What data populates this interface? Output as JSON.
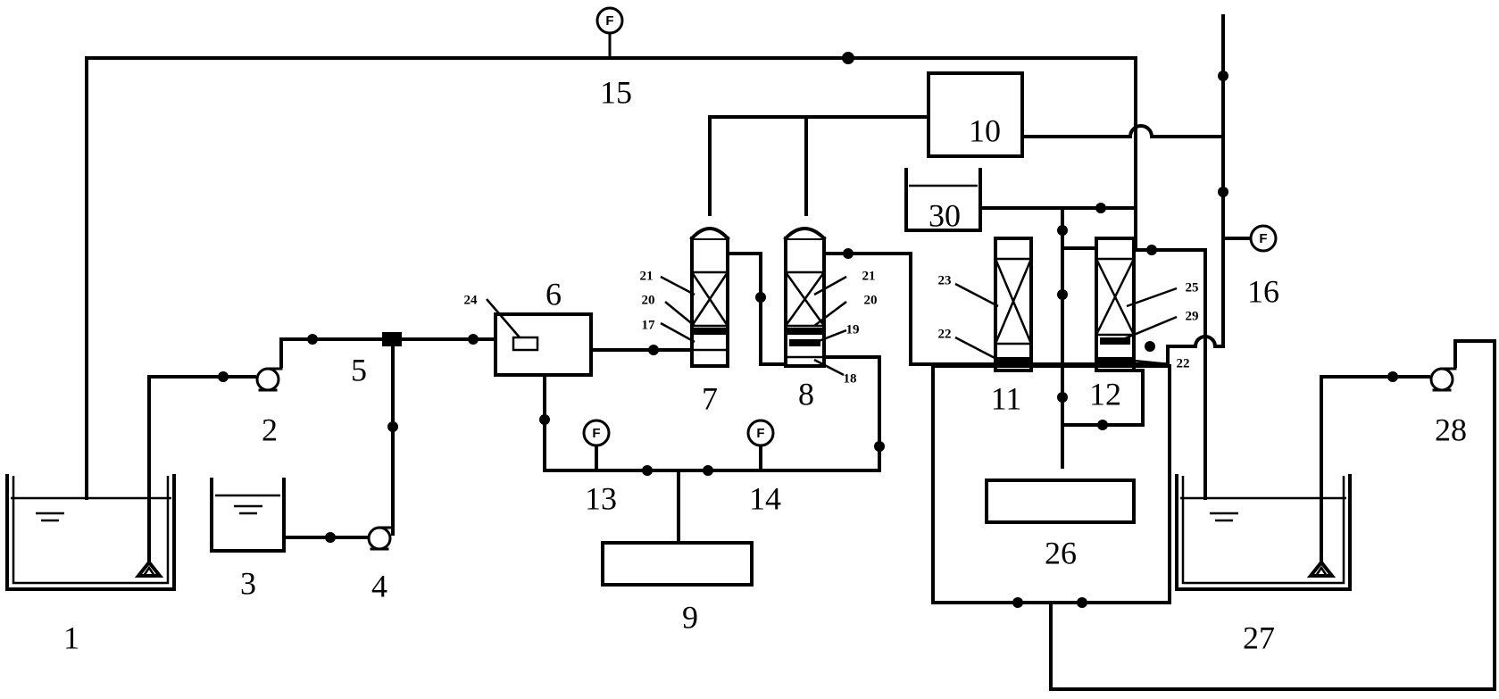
{
  "meter_symbol": "F",
  "labels": {
    "l1": "1",
    "l2": "2",
    "l3": "3",
    "l4": "4",
    "l5": "5",
    "l6": "6",
    "l7": "7",
    "l8": "8",
    "l9": "9",
    "l10": "10",
    "l11": "11",
    "l12": "12",
    "l13": "13",
    "l14": "14",
    "l15": "15",
    "l16": "16",
    "l17": "17",
    "l18": "18",
    "l19": "19",
    "l20a": "20",
    "l20b": "20",
    "l21a": "21",
    "l21b": "21",
    "l22a": "22",
    "l22b": "22",
    "l23": "23",
    "l24": "24",
    "l25": "25",
    "l26": "26",
    "l27": "27",
    "l28": "28",
    "l29": "29",
    "l30": "30"
  }
}
